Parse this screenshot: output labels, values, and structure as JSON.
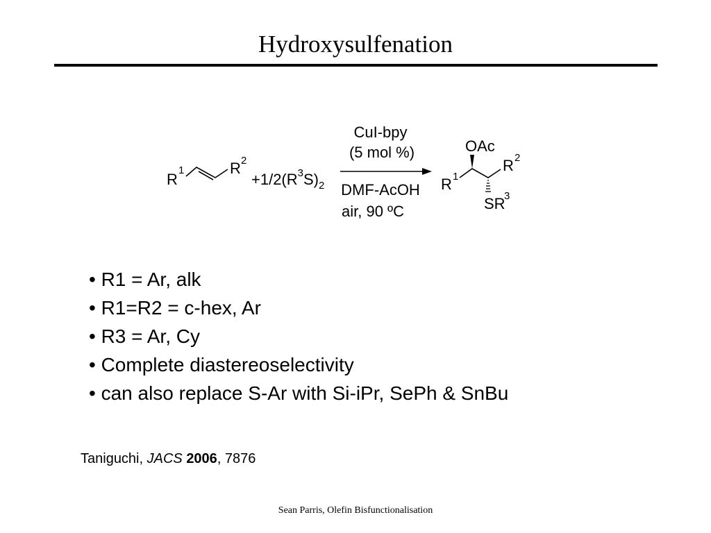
{
  "title": "Hydroxysulfenation",
  "scheme": {
    "reactant_r1": "R",
    "reactant_r1_sup": "1",
    "reactant_r2": "R",
    "reactant_r2_sup": "2",
    "reagent_prefix": "+1/2(R",
    "reagent_sup": "3",
    "reagent_mid": "S)",
    "reagent_sub": "2",
    "conditions_above": [
      "CuI-bpy",
      "(5 mol %)"
    ],
    "conditions_below": [
      "DMF-AcOH",
      "air, 90 ºC"
    ],
    "product_r1": "R",
    "product_r1_sup": "1",
    "product_oac": "OAc",
    "product_r2": "R",
    "product_r2_sup": "2",
    "product_sr": "SR",
    "product_sr_sup": "3"
  },
  "bullets": [
    "• R1 = Ar, alk",
    "• R1=R2 = c-hex, Ar",
    "• R3 = Ar, Cy",
    "• Complete diastereoselectivity",
    "• can also replace S-Ar with Si-iPr, SePh & SnBu"
  ],
  "citation": {
    "author": "Taniguchi, ",
    "journal": "JACS",
    "year": "2006",
    "pages": ", 7876"
  },
  "footer": "Sean Parris, Olefin Bisfunctionalisation"
}
